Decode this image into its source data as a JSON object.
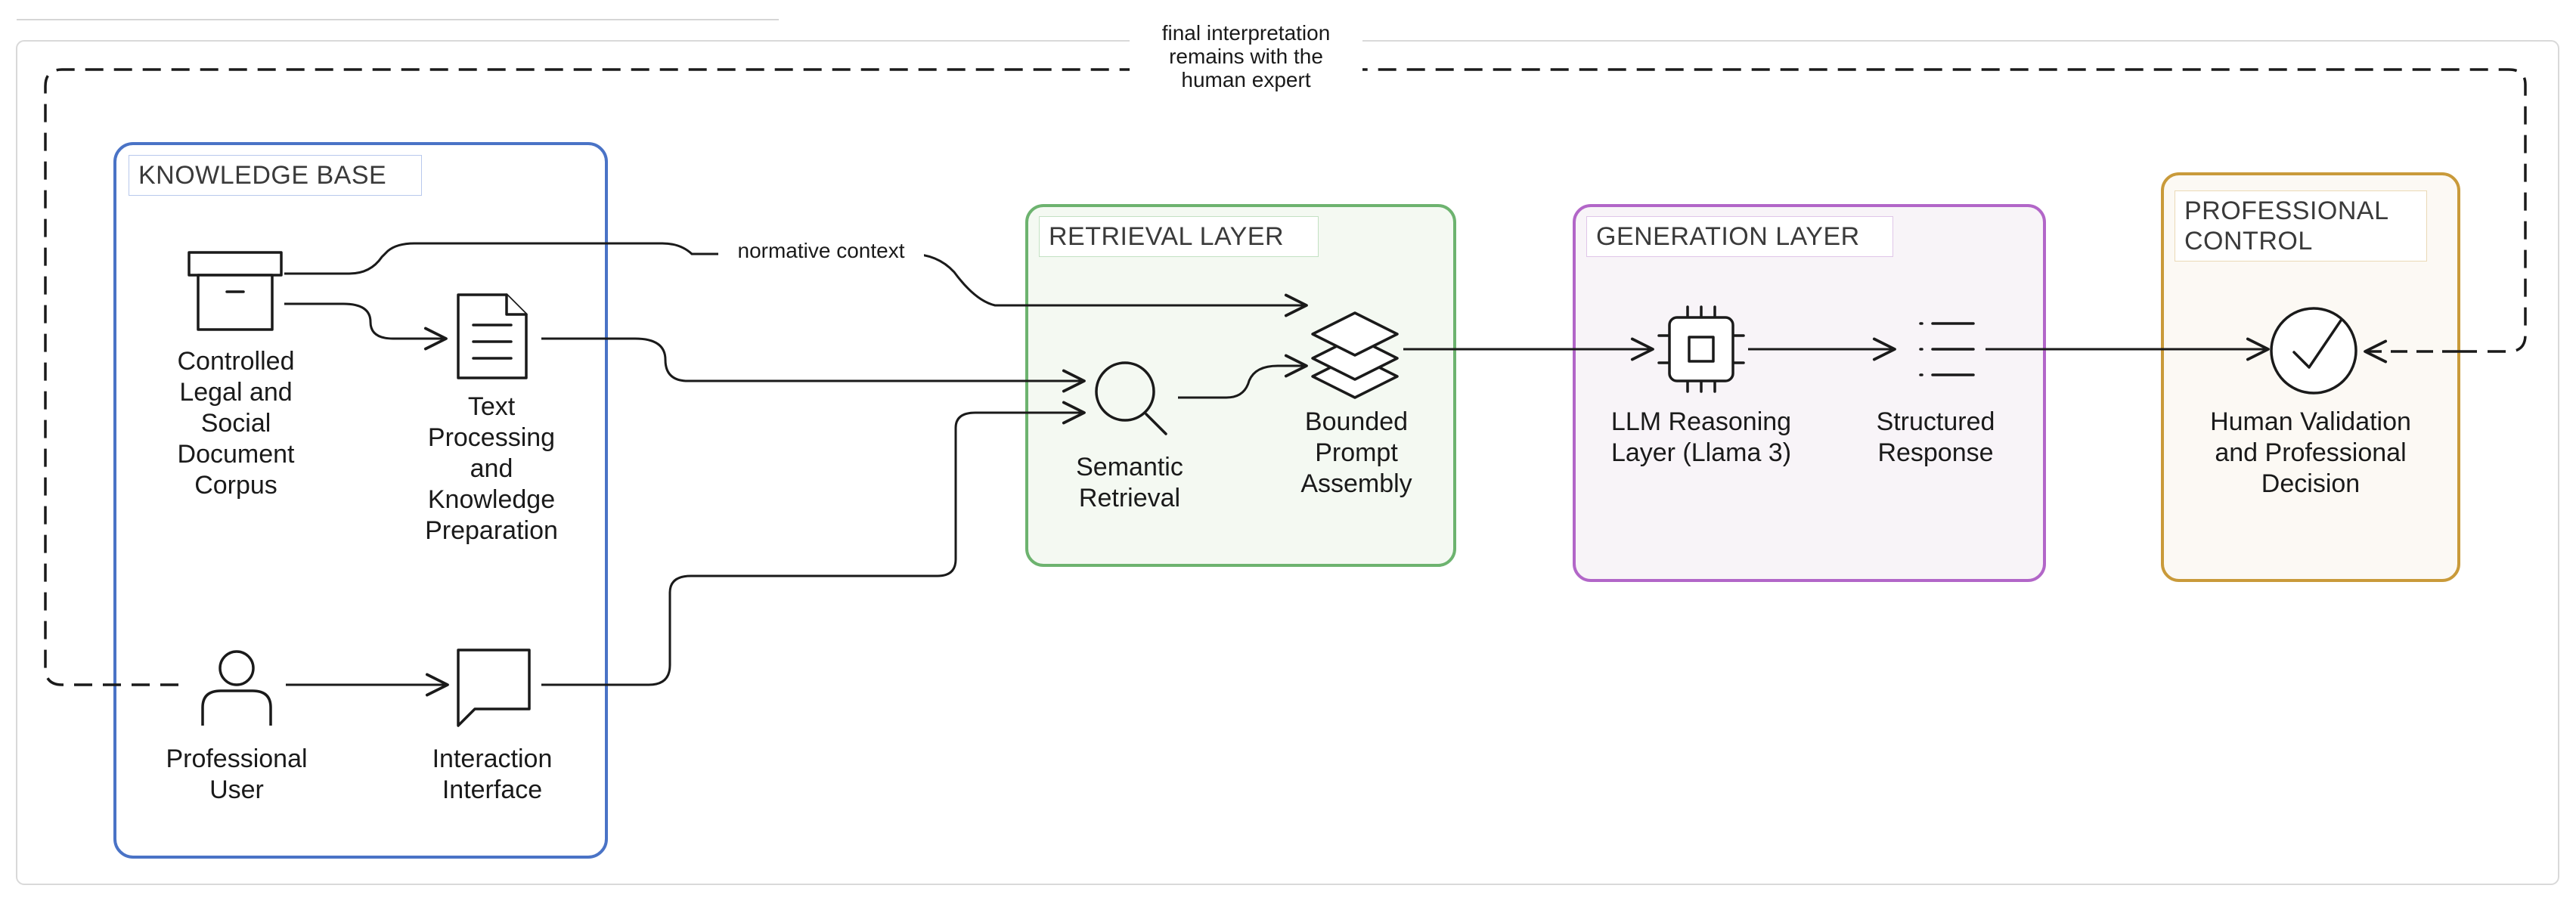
{
  "colors": {
    "knowledge_base": "#4a73c6",
    "retrieval": "#6db36f",
    "generation": "#b266c8",
    "professional_control": "#c99a3a",
    "line": "#1a1a1a"
  },
  "layers": {
    "knowledge_base": {
      "title": "KNOWLEDGE BASE"
    },
    "retrieval": {
      "title": "RETRIEVAL LAYER"
    },
    "generation": {
      "title": "GENERATION LAYER"
    },
    "professional_control": {
      "title": "PROFESSIONAL CONTROL"
    }
  },
  "nodes": {
    "corpus": {
      "label": "Controlled Legal and Social Document Corpus",
      "icon": "archive-box-icon"
    },
    "text_processing": {
      "label": "Text Processing and Knowledge Preparation",
      "icon": "document-icon"
    },
    "professional_user": {
      "label": "Professional User",
      "icon": "user-icon"
    },
    "interaction_interface": {
      "label": "Interaction Interface",
      "icon": "chat-bubble-icon"
    },
    "semantic_retrieval": {
      "label": "Semantic Retrieval",
      "icon": "magnifier-icon"
    },
    "bounded_prompt": {
      "label": "Bounded Prompt Assembly",
      "icon": "layers-icon"
    },
    "llm_reasoning": {
      "label": "LLM Reasoning Layer (Llama 3)",
      "icon": "chip-icon"
    },
    "structured_response": {
      "label": "Structured Response",
      "icon": "list-icon"
    },
    "human_validation": {
      "label": "Human Validation and Professional Decision",
      "icon": "check-circle-icon"
    }
  },
  "edge_labels": {
    "normative_context": "normative context",
    "feedback": "final interpretation remains with the human expert"
  }
}
